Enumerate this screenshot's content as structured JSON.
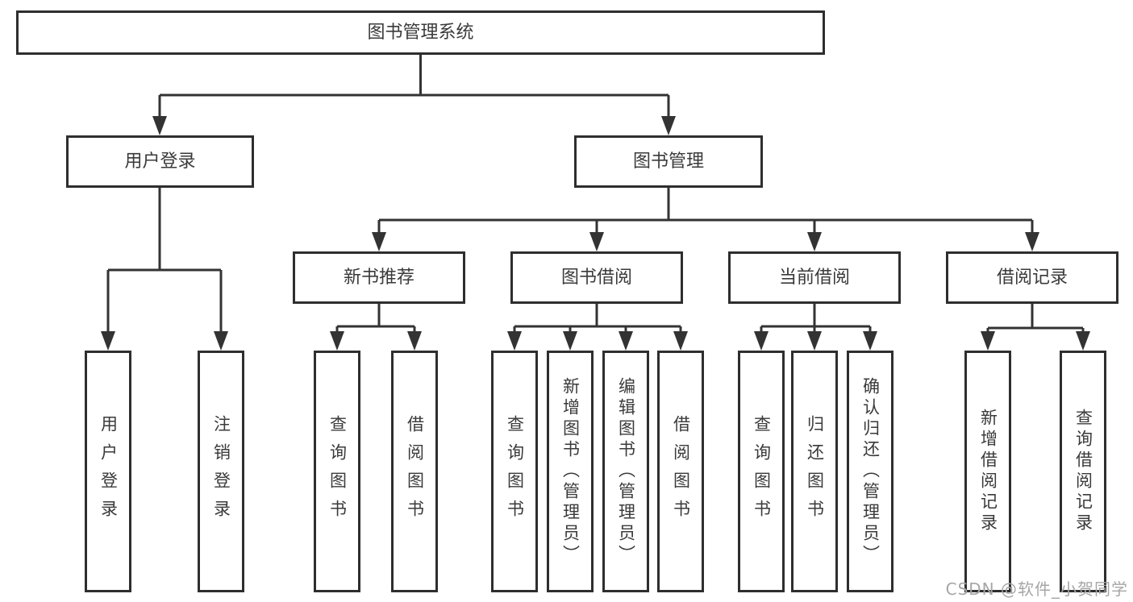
{
  "diagram": {
    "root": {
      "label": "图书管理系统"
    },
    "branches": [
      {
        "label": "用户登录",
        "children": [
          {
            "label": "用户登录"
          },
          {
            "label": "注销登录"
          }
        ]
      },
      {
        "label": "图书管理",
        "children": [
          {
            "label": "新书推荐",
            "children": [
              {
                "label": "查询图书"
              },
              {
                "label": "借阅图书"
              }
            ]
          },
          {
            "label": "图书借阅",
            "children": [
              {
                "label": "查询图书"
              },
              {
                "label": "新增图书（管理员）"
              },
              {
                "label": "编辑图书（管理员）"
              },
              {
                "label": "借阅图书"
              }
            ]
          },
          {
            "label": "当前借阅",
            "children": [
              {
                "label": "查询图书"
              },
              {
                "label": "归还图书"
              },
              {
                "label": "确认归还（管理员）"
              }
            ]
          },
          {
            "label": "借阅记录",
            "children": [
              {
                "label": "新增借阅记录"
              },
              {
                "label": "查询借阅记录"
              }
            ]
          }
        ]
      }
    ],
    "watermark": "CSDN @软件_小贺同学",
    "colors": {
      "line": "#333333",
      "box_border": "#2e2e2e",
      "box_fill": "#ffffff",
      "text": "#3a3a3a",
      "watermark": "#a6a6a6",
      "background": "#ffffff"
    }
  }
}
